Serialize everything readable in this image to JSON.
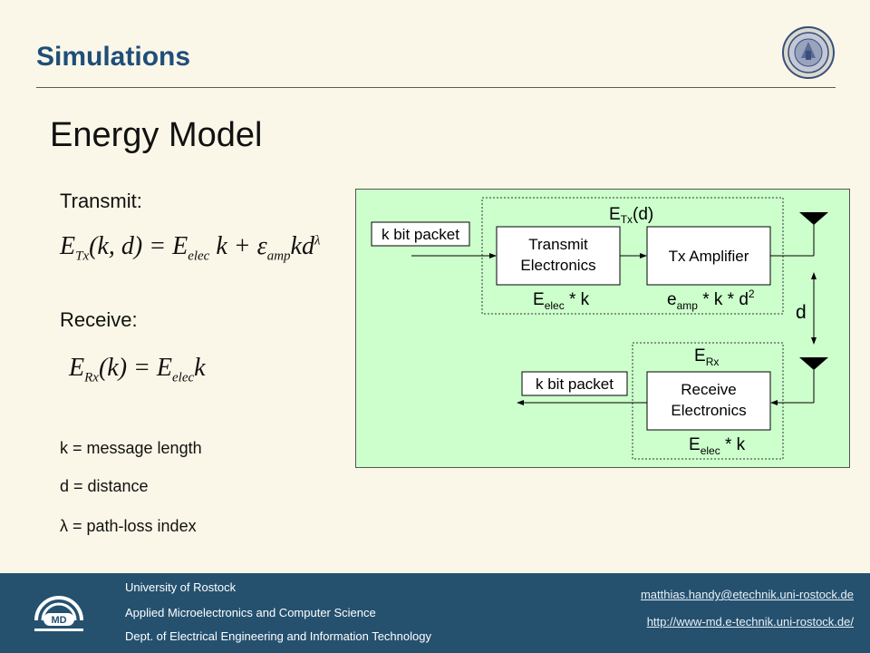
{
  "header": {
    "title": "Simulations"
  },
  "main_title": "Energy Model",
  "transmit": {
    "label": "Transmit:",
    "eq_lhs": "E",
    "eq_lhs_sub": "Tx",
    "eq_lhs_args": "(k, d)",
    "eq_rhs_1": "= E",
    "eq_rhs_1_sub": "elec",
    "eq_rhs_2": "k + ε",
    "eq_rhs_2_sub": "amp",
    "eq_rhs_3": "kd",
    "eq_rhs_3_sup": "λ"
  },
  "receive": {
    "label": "Receive:",
    "eq_lhs": "E",
    "eq_lhs_sub": "Rx",
    "eq_lhs_args": "(k)",
    "eq_rhs": "= E",
    "eq_rhs_sub": "elec",
    "eq_rhs_2": "k"
  },
  "definitions": [
    "k = message length",
    "d = distance",
    "λ = path-loss index"
  ],
  "diagram": {
    "tx_input": "k bit packet",
    "tx_electronics_1": "Transmit",
    "tx_electronics_2": "Electronics",
    "tx_amplifier": "Tx Amplifier",
    "etx": "E",
    "etx_sub": "Tx",
    "etx_args": "(d)",
    "eelec_tx": "E",
    "eelec_tx_sub": "elec",
    "eelec_tx_rest": " * k",
    "eamp": "e",
    "eamp_sub": "amp",
    "eamp_rest": " * k * d",
    "eamp_sup": "2",
    "distance": "d",
    "rx_output": "k bit packet",
    "rx_electronics_1": "Receive",
    "rx_electronics_2": "Electronics",
    "erx": "E",
    "erx_sub": "Rx",
    "eelec_rx": "E",
    "eelec_rx_sub": "elec",
    "eelec_rx_rest": " * k",
    "bg_color": "#ccffcc"
  },
  "footer": {
    "line1": "University of Rostock",
    "line2": "Applied Microelectronics and Computer Science",
    "line3": "Dept. of Electrical Engineering and Information Technology",
    "email": "matthias.handy@etechnik.uni-rostock.de",
    "url": "http://www-md.e-technik.uni-rostock.de/",
    "logo_text": "MD"
  }
}
